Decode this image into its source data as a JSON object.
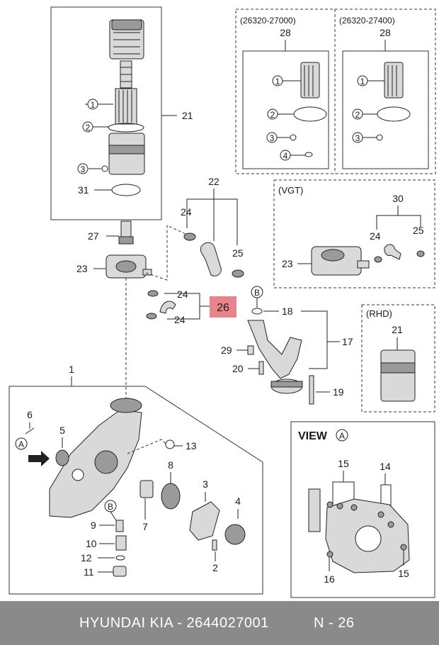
{
  "callouts": {
    "n1": "1",
    "n2": "2",
    "n3": "3",
    "n4": "4",
    "n5": "5",
    "n6": "6",
    "n7": "7",
    "n8": "8",
    "n9": "9",
    "n10": "10",
    "n11": "11",
    "n12": "12",
    "n13": "13",
    "n14": "14",
    "n15": "15",
    "n16": "16",
    "n17": "17",
    "n18": "18",
    "n19": "19",
    "n20": "20",
    "n21": "21",
    "n22": "22",
    "n23": "23",
    "n24": "24",
    "n25": "25",
    "n26": "26",
    "n27": "27",
    "n28": "28",
    "n29": "29",
    "n30": "30",
    "n31": "31",
    "A": "A",
    "B": "B"
  },
  "boxes": {
    "variant_left": "(26320-27000)",
    "variant_right": "(26320-27400)",
    "vgt": "(VGT)",
    "rhd": "(RHD)",
    "view": "VIEW"
  },
  "highlight": {
    "fill": "#e8858a",
    "label_color": "#1a1a1a"
  },
  "footer": {
    "brand": "HYUNDAI  KIA - 2644027001",
    "ref": "N - 26"
  }
}
